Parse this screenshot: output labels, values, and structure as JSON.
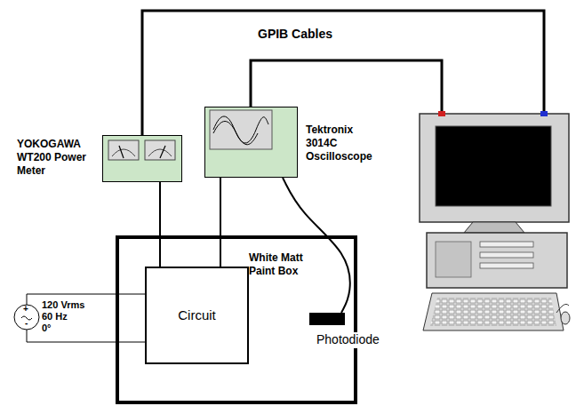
{
  "diagram": {
    "nodes": [
      {
        "text": [
          "YOKOGAWA WT200 Power Meter"
        ]
      },
      {
        "text": [
          "Tektronix 3014C Oscilloscope"
        ]
      },
      {
        "text": [
          "White Matt Paint Box"
        ]
      },
      {
        "text": [
          "Circuit"
        ],
        "in": 2
      },
      {
        "text": [
          "Photodiode"
        ]
      }
    ],
    "edges": [
      {
        "from": 0,
        "to": 3,
        "arrow": "none"
      },
      {
        "from": 1,
        "to": 3,
        "arrow": "none"
      },
      {
        "from": 1,
        "to": 4,
        "arrow": "none"
      }
    ],
    "labels": [
      "GPIB Cables",
      "+",
      "-",
      "120 Vrms",
      "60 Hz",
      "0°"
    ]
  }
}
